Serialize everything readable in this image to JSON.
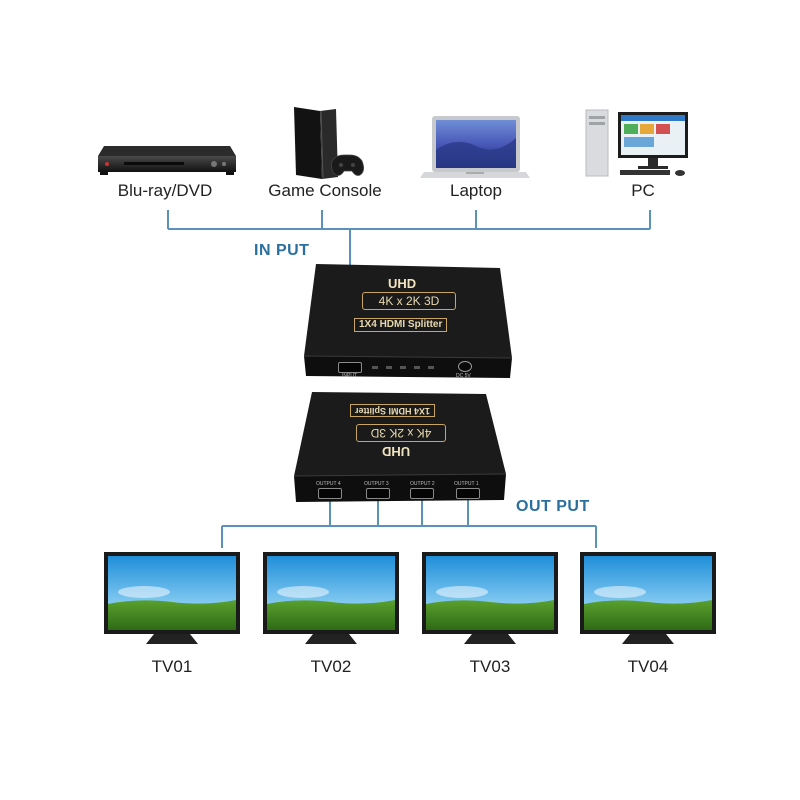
{
  "colors": {
    "line": "#5b93b8",
    "section_label": "#2a6f9e",
    "device_black": "#151515",
    "badge_gold": "#c9a760"
  },
  "sources": [
    {
      "label": "Blu-ray/DVD",
      "icon": "bluray-player-icon"
    },
    {
      "label": "Game Console",
      "icon": "game-console-icon"
    },
    {
      "label": "Laptop",
      "icon": "laptop-icon"
    },
    {
      "label": "PC",
      "icon": "desktop-pc-icon"
    }
  ],
  "input_label": "IN PUT",
  "output_label": "OUT PUT",
  "splitter_top": {
    "uhd": "UHD",
    "resolution": "4K x 2K 3D",
    "product": "1X4 HDMI Splitter",
    "ports": {
      "input": "INPUT",
      "dc": "DC 5V"
    }
  },
  "splitter_bottom": {
    "uhd": "UHD",
    "resolution": "4K x 2K 3D",
    "product": "1X4 HDMI Splitter",
    "outputs": [
      "OUTPUT 4",
      "OUTPUT 3",
      "OUTPUT 2",
      "OUTPUT 1"
    ]
  },
  "displays": [
    {
      "label": "TV01"
    },
    {
      "label": "TV02"
    },
    {
      "label": "TV03"
    },
    {
      "label": "TV04"
    }
  ]
}
